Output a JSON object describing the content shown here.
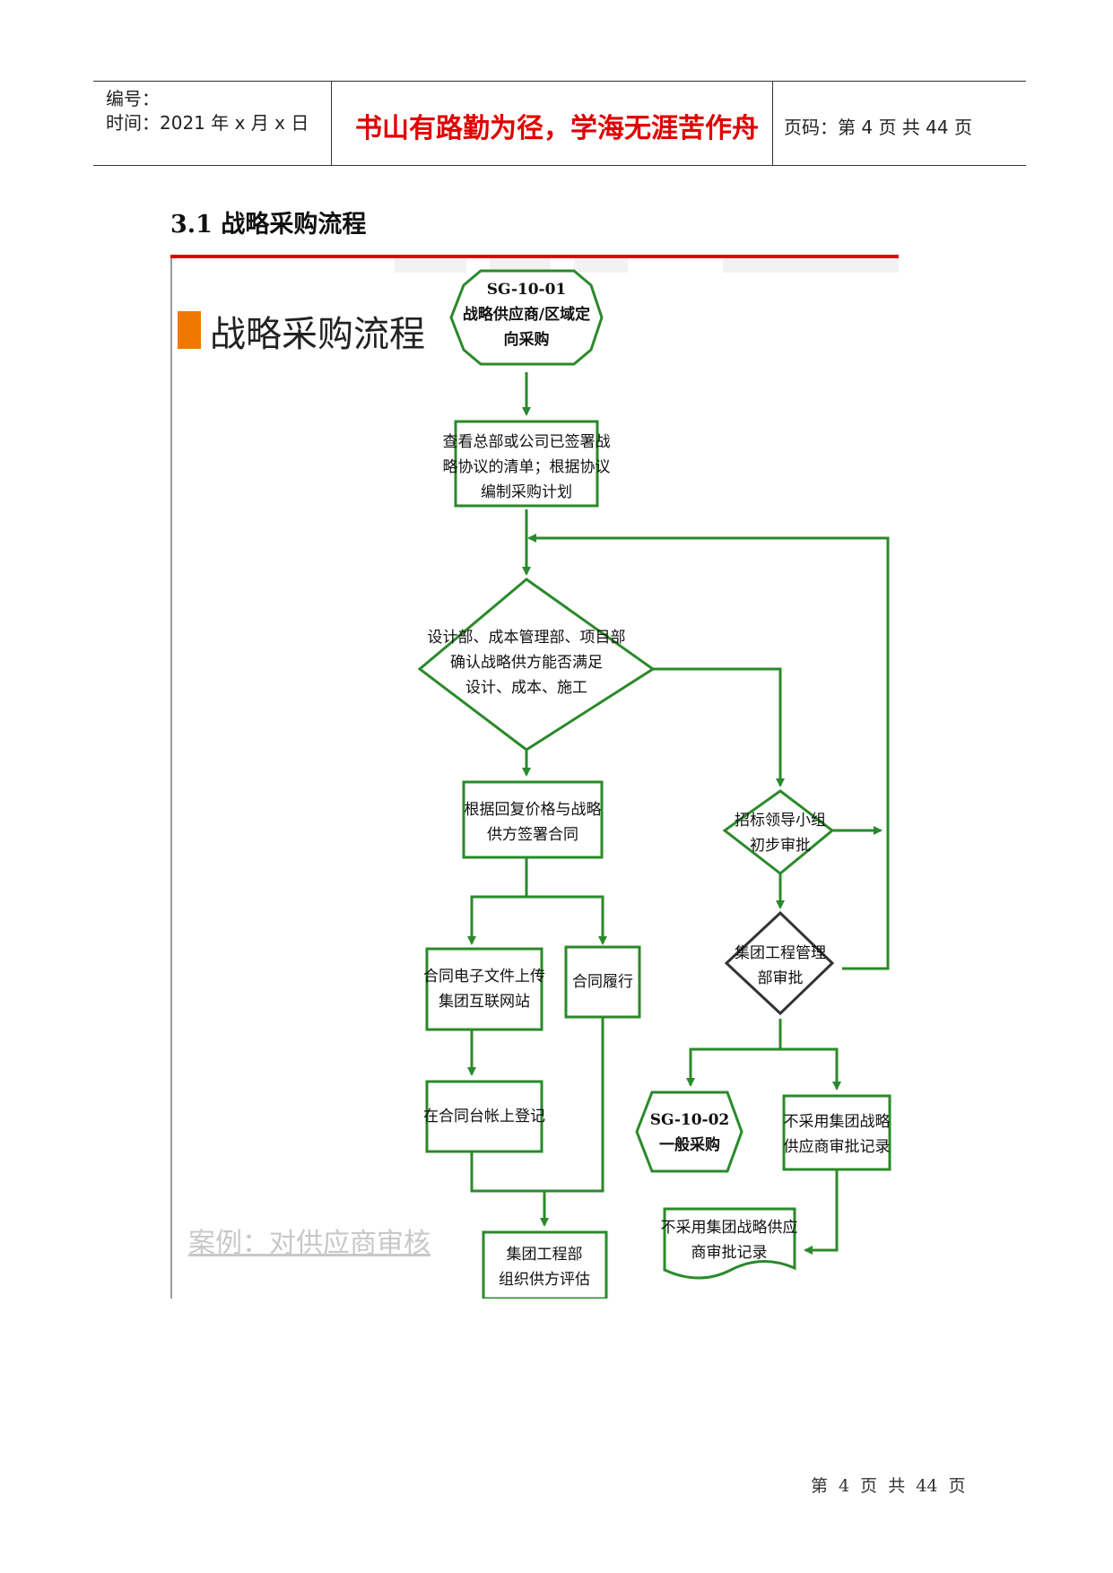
{
  "header": {
    "number_label": "编号：",
    "time_label": "时间：2021 年 x 月 x 日",
    "motto": "书山有路勤为径，学海无涯苦作舟",
    "page_label": "页码：第 4 页  共 44 页"
  },
  "section_title": "3.1 战略采购流程",
  "figure": {
    "banner_title": "战略采购流程",
    "case_text": "案例：对供应商审核",
    "start": [
      "SG-10-01",
      "战略供应商/区域定",
      "向采购"
    ],
    "check": [
      "查看总部或公司已签署战",
      "略协议的清单；根据协议",
      "编制采购计划"
    ],
    "decision": [
      "设计部、成本管理部、项目部",
      "确认战略供方能否满足",
      "设计、成本、施工"
    ],
    "sign": [
      "根据回复价格与战略",
      "供方签署合同"
    ],
    "upload": [
      "合同电子文件上传",
      "集团互联网站"
    ],
    "perform": [
      "合同履行"
    ],
    "ledger": [
      "在合同台帐上登记"
    ],
    "evaluate": [
      "集团工程部",
      "组织供方评估"
    ],
    "bid": [
      "招标领导小组",
      "初步审批"
    ],
    "group_approve": [
      "集团工程管理",
      "部审批"
    ],
    "general": [
      "SG-10-02",
      "一般采购"
    ],
    "not_adopt": [
      "不采用集团战略",
      "供应商审批记录"
    ],
    "record_doc": [
      "不采用集团战略供应",
      "商审批记录"
    ]
  },
  "footer": "第 4 页 共 44 页"
}
